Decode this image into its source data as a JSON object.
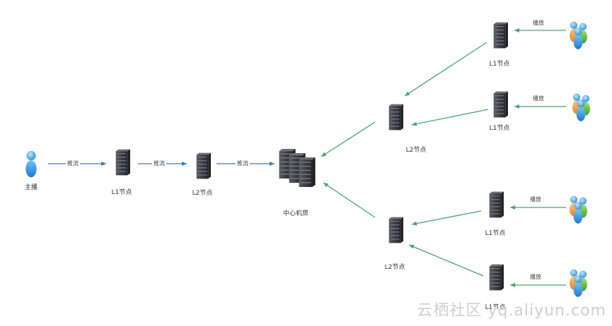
{
  "header_text": "",
  "watermark": "云栖社区 yq.aliyun.com",
  "colors": {
    "blue_arrow": "#3d7ab8",
    "green_arrow": "#4aa56a",
    "server_dark": "#2f3136",
    "server_mid": "#555960"
  },
  "nodes": [
    {
      "id": "anchor",
      "icon": "anchor-person-icon",
      "label": "主播"
    },
    {
      "id": "l1-push",
      "icon": "server-icon",
      "label": "L1节点"
    },
    {
      "id": "l2-push",
      "icon": "server-icon",
      "label": "L2节点"
    },
    {
      "id": "center",
      "icon": "server-cluster-icon",
      "label": "中心机房"
    },
    {
      "id": "l2-top",
      "icon": "server-icon",
      "label": "L2节点"
    },
    {
      "id": "l2-bottom",
      "icon": "server-icon",
      "label": "L2节点"
    },
    {
      "id": "l1-a",
      "icon": "server-icon",
      "label": "L1节点"
    },
    {
      "id": "l1-b",
      "icon": "server-icon",
      "label": "L1节点"
    },
    {
      "id": "l1-c",
      "icon": "server-icon",
      "label": "L1节点"
    },
    {
      "id": "l1-d",
      "icon": "server-icon",
      "label": "L1节点"
    },
    {
      "id": "viewers-a",
      "icon": "viewers-group-icon",
      "label": ""
    },
    {
      "id": "viewers-b",
      "icon": "viewers-group-icon",
      "label": ""
    },
    {
      "id": "viewers-c",
      "icon": "viewers-group-icon",
      "label": ""
    },
    {
      "id": "viewers-d",
      "icon": "viewers-group-icon",
      "label": ""
    }
  ],
  "edges": [
    {
      "from": "anchor",
      "to": "l1-push",
      "label": "推流",
      "color": "blue"
    },
    {
      "from": "l1-push",
      "to": "l2-push",
      "label": "推流",
      "color": "blue"
    },
    {
      "from": "l2-push",
      "to": "center",
      "label": "推流",
      "color": "blue"
    },
    {
      "from": "l2-top",
      "to": "center",
      "label": "",
      "color": "green"
    },
    {
      "from": "l2-bottom",
      "to": "center",
      "label": "",
      "color": "green"
    },
    {
      "from": "l1-a",
      "to": "l2-top",
      "label": "",
      "color": "green"
    },
    {
      "from": "l1-b",
      "to": "l2-top",
      "label": "",
      "color": "green"
    },
    {
      "from": "l1-c",
      "to": "l2-bottom",
      "label": "",
      "color": "green"
    },
    {
      "from": "l1-d",
      "to": "l2-bottom",
      "label": "",
      "color": "green"
    },
    {
      "from": "viewers-a",
      "to": "l1-a",
      "label": "播放",
      "color": "green"
    },
    {
      "from": "viewers-b",
      "to": "l1-b",
      "label": "播放",
      "color": "green"
    },
    {
      "from": "viewers-c",
      "to": "l1-c",
      "label": "播放",
      "color": "green"
    },
    {
      "from": "viewers-d",
      "to": "l1-d",
      "label": "播放",
      "color": "green"
    }
  ]
}
